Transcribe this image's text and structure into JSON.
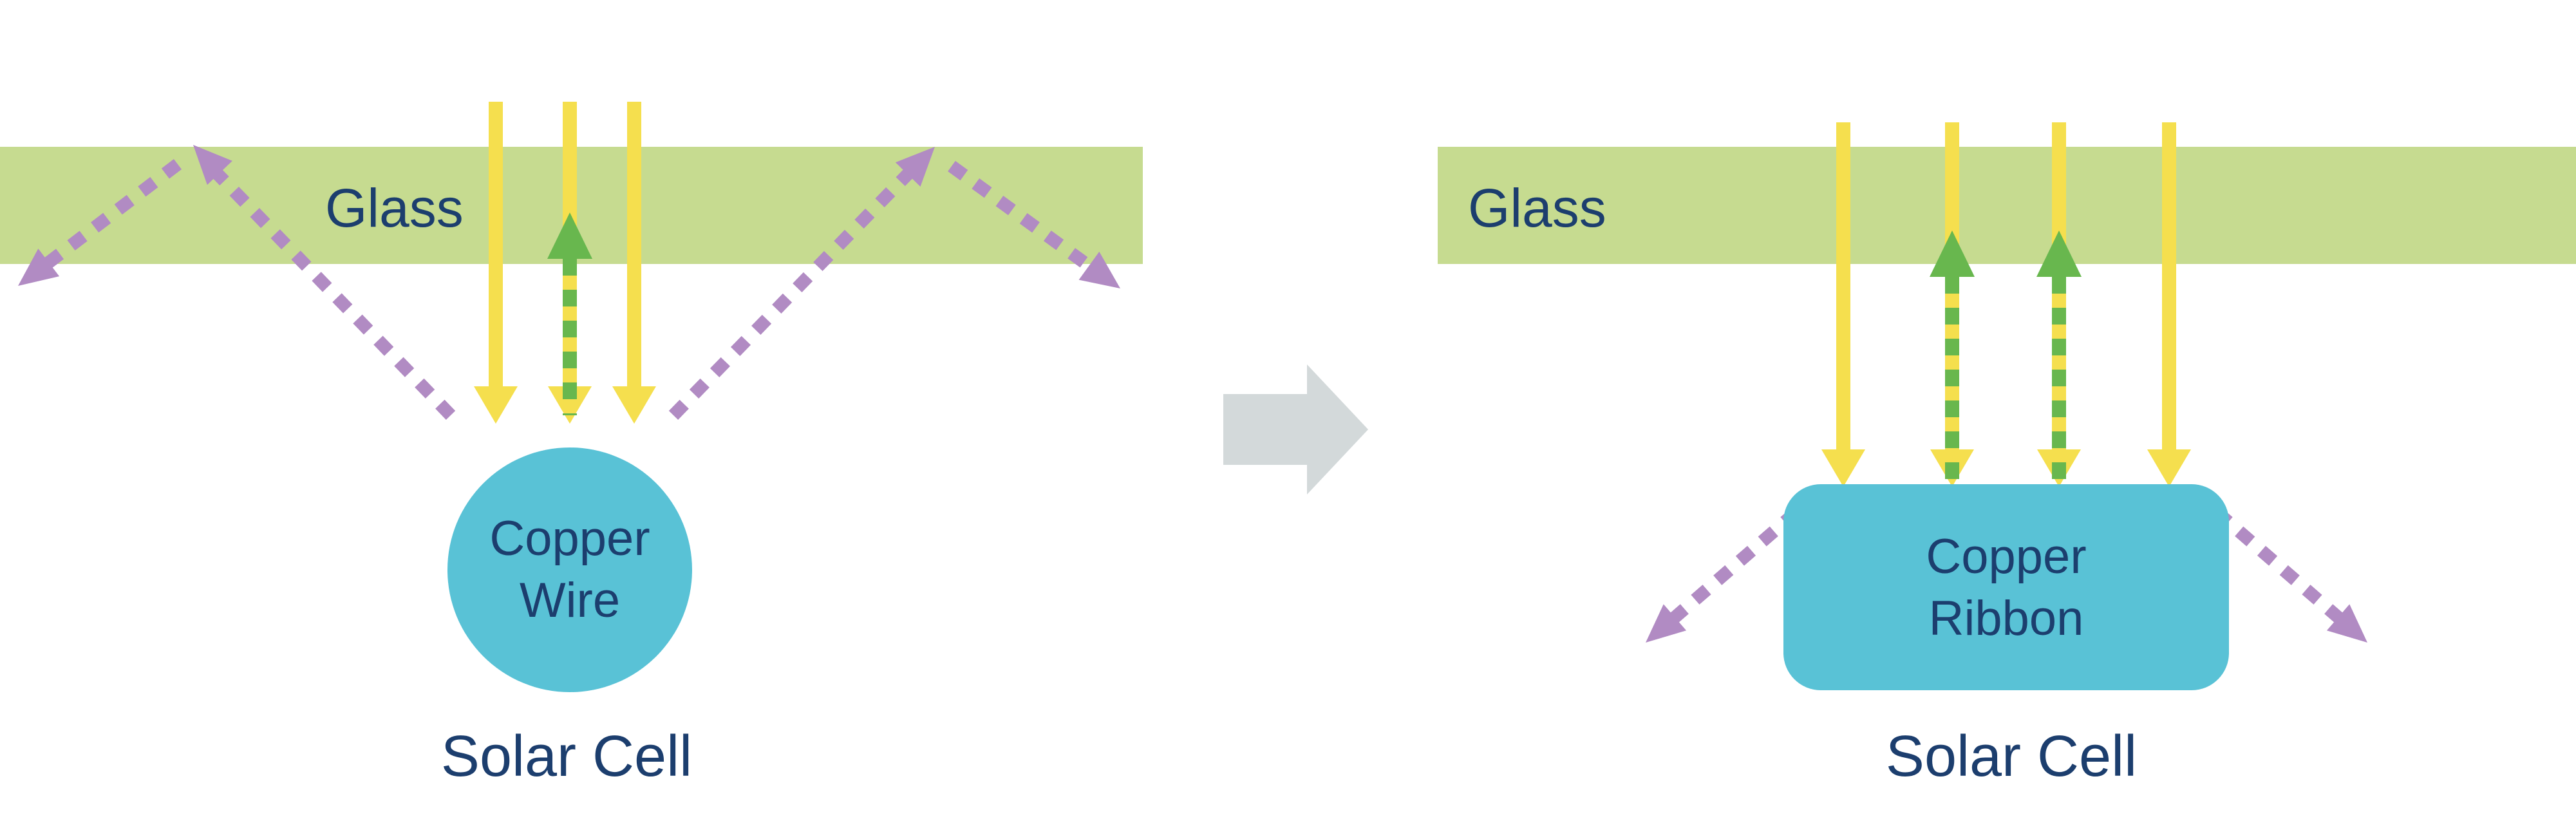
{
  "left_panel": {
    "glass_label": "Glass",
    "conductor_label_line1": "Copper",
    "conductor_label_line2": "Wire",
    "cell_label": "Solar Cell"
  },
  "right_panel": {
    "glass_label": "Glass",
    "conductor_label_line1": "Copper",
    "conductor_label_line2": "Ribbon",
    "cell_label": "Solar Cell"
  },
  "icons": {
    "transition_arrow": "right-block-arrow"
  },
  "colors": {
    "glass": "#c6db90",
    "sunlight": "#f5df4e",
    "reflected": "#68b74e",
    "scattered": "#b18bc3",
    "conductor": "#59c2d6",
    "text": "#1c3e6e",
    "transition": "#d3d9da",
    "background": "#ffffff"
  }
}
